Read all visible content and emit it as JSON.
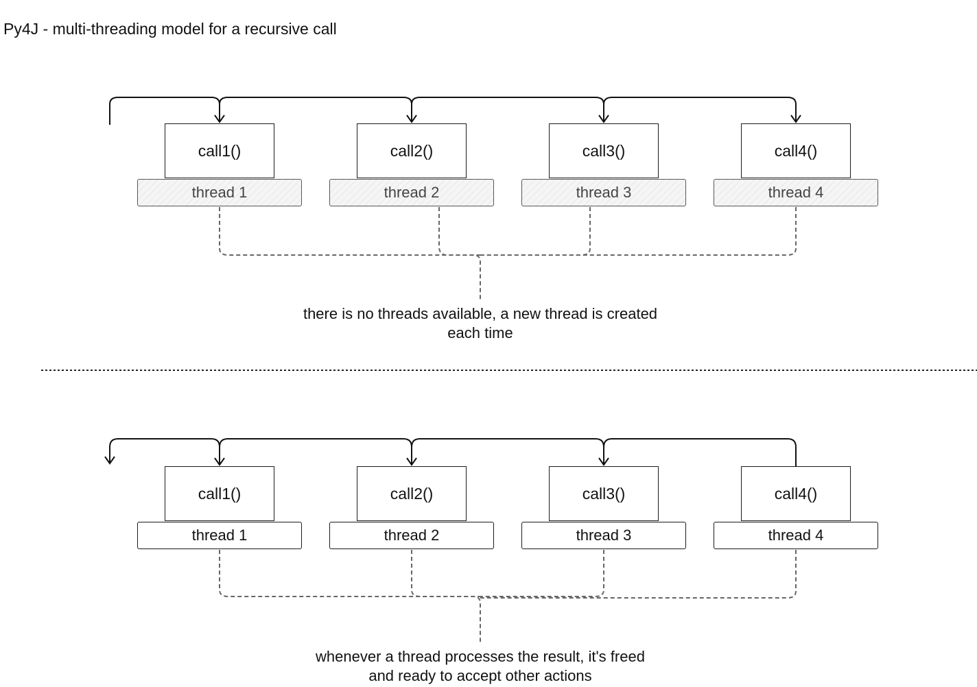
{
  "title": "Py4J - multi-threading model for a recursive call",
  "top": {
    "calls": [
      "call1()",
      "call2()",
      "call3()",
      "call4()"
    ],
    "threads": [
      "thread 1",
      "thread 2",
      "thread 3",
      "thread 4"
    ],
    "note_line1": "there is no threads available, a new thread is created",
    "note_line2": "each time"
  },
  "bottom": {
    "calls": [
      "call1()",
      "call2()",
      "call3()",
      "call4()"
    ],
    "threads": [
      "thread 1",
      "thread 2",
      "thread 3",
      "thread 4"
    ],
    "note_line1": "whenever a thread processes the result, it's freed",
    "note_line2": "and ready to accept other actions"
  }
}
